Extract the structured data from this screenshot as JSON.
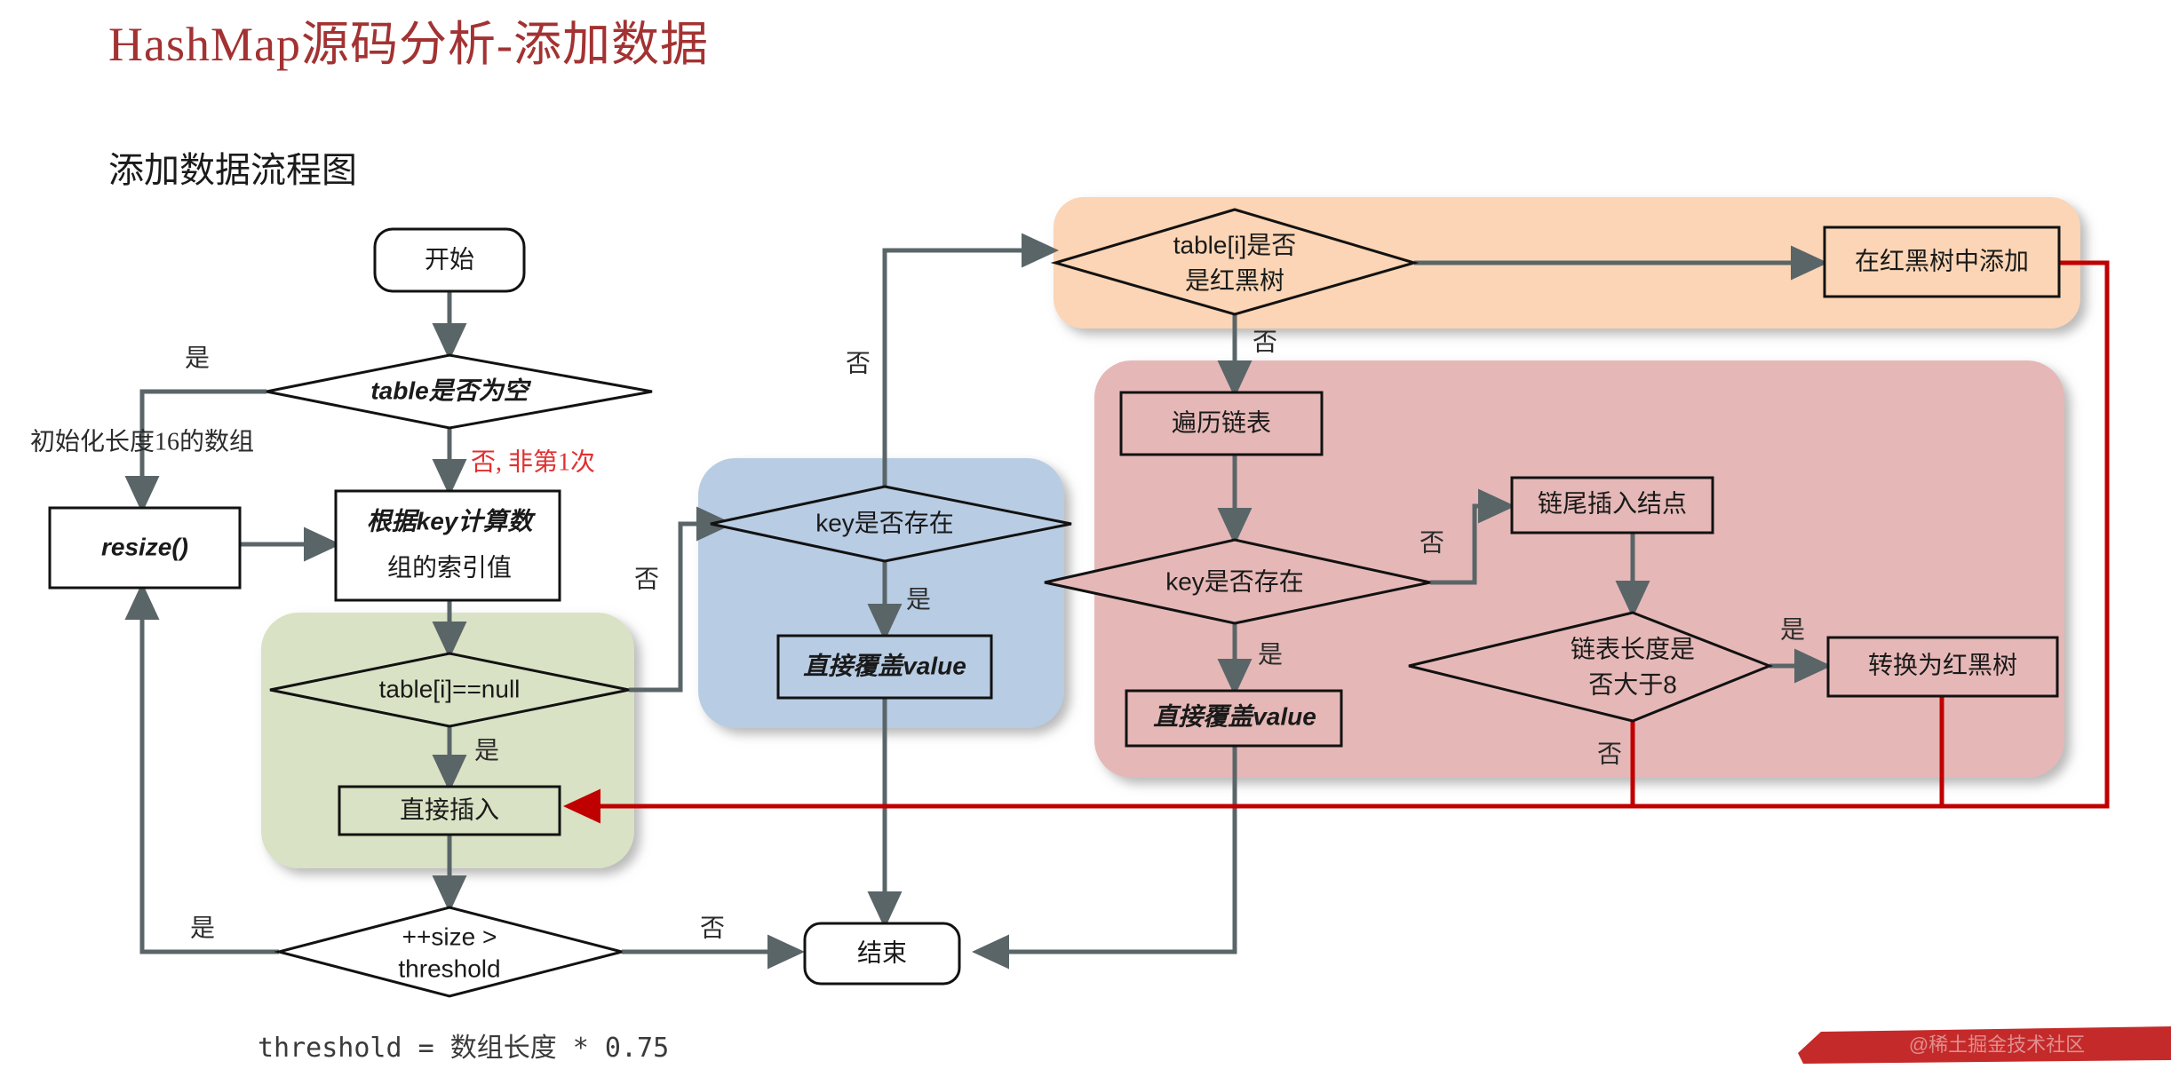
{
  "page": {
    "title": "HashMap源码分析-添加数据",
    "subtitle": "添加数据流程图",
    "footer_note": "threshold = 数组长度 * 0.75",
    "watermark": "@稀土掘金技术社区"
  },
  "colors": {
    "title": "#a33232",
    "connector": "#5a6568",
    "connector_red": "#c00000",
    "group_green": "#d9e2c4",
    "group_blue": "#b8cce4",
    "group_orange": "#fbd5b5",
    "group_pink": "#e5b8b7",
    "node_border": "#121212",
    "node_fill": "#ffffff",
    "label_red": "#e03030"
  },
  "groups": [
    {
      "id": "group-green",
      "color_key": "group_green"
    },
    {
      "id": "group-blue",
      "color_key": "group_blue"
    },
    {
      "id": "group-orange",
      "color_key": "group_orange"
    },
    {
      "id": "group-pink",
      "color_key": "group_pink"
    }
  ],
  "nodes": {
    "start": {
      "label": "开始",
      "shape": "terminator"
    },
    "table_empty": {
      "label": "table是否为空",
      "shape": "decision"
    },
    "resize": {
      "label": "resize()",
      "shape": "process"
    },
    "calc_index_l1": {
      "label": "根据key计算数",
      "shape": "process"
    },
    "calc_index_l2": {
      "label": "组的索引值",
      "shape": "process"
    },
    "table_i_null": {
      "label": "table[i]==null",
      "shape": "decision"
    },
    "direct_insert": {
      "label": "直接插入",
      "shape": "process"
    },
    "key_exists_blue": {
      "label": "key是否存在",
      "shape": "decision"
    },
    "overwrite_blue": {
      "label": "直接覆盖value",
      "shape": "process"
    },
    "is_rbtree_l1": {
      "label": "table[i]是否",
      "shape": "decision"
    },
    "is_rbtree_l2": {
      "label": "是红黑树",
      "shape": "decision"
    },
    "add_in_rbtree": {
      "label": "在红黑树中添加",
      "shape": "process"
    },
    "traverse_list": {
      "label": "遍历链表",
      "shape": "process"
    },
    "key_exists_pink": {
      "label": "key是否存在",
      "shape": "decision"
    },
    "overwrite_pink": {
      "label": "直接覆盖value",
      "shape": "process"
    },
    "append_tail": {
      "label": "链尾插入结点",
      "shape": "process"
    },
    "len_gt8_l1": {
      "label": "链表长度是",
      "shape": "decision"
    },
    "len_gt8_l2": {
      "label": "否大于8",
      "shape": "decision"
    },
    "to_rbtree": {
      "label": "转换为红黑树",
      "shape": "process"
    },
    "size_threshold_l1": {
      "label": "++size >",
      "shape": "decision"
    },
    "size_threshold_l2": {
      "label": "threshold",
      "shape": "decision"
    },
    "end": {
      "label": "结束",
      "shape": "terminator"
    }
  },
  "edge_labels": {
    "table_empty_yes": "是",
    "init_array_16": "初始化长度16的数组",
    "table_empty_no": "否, 非第1次",
    "table_i_null_yes": "是",
    "table_i_null_no": "否",
    "rbtree_no": "否",
    "key_exists_blue_yes": "是",
    "key_exists_pink_yes": "是",
    "key_exists_pink_no": "否",
    "len_gt8_yes": "是",
    "len_gt8_no": "否",
    "size_threshold_yes": "是",
    "size_threshold_no": "否",
    "to_blue_no": "否"
  }
}
